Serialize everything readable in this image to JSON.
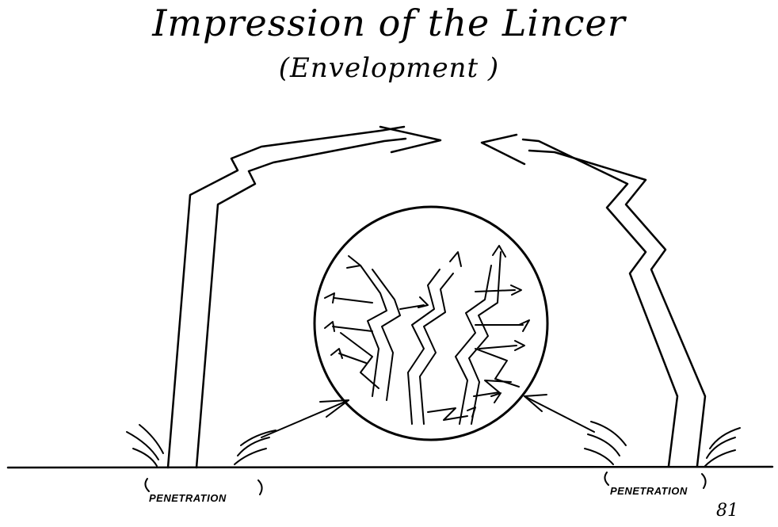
{
  "title": {
    "line1": "Impression of the Lincer",
    "line2": "(Envelopment )"
  },
  "labels": {
    "left": "PENETRATION",
    "right": "PENETRATION"
  },
  "page_number": "81",
  "colors": {
    "ink": "#000000",
    "paper": "#ffffff"
  }
}
